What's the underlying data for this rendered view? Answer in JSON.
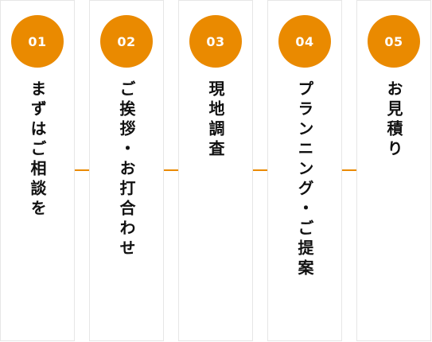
{
  "steps": [
    {
      "number": "01",
      "title": "まずはご相談を"
    },
    {
      "number": "02",
      "title": "ご挨拶・お打合わせ"
    },
    {
      "number": "03",
      "title": "現地調査"
    },
    {
      "number": "04",
      "title": "プランニング・ご提案"
    },
    {
      "number": "05",
      "title": "お見積り"
    }
  ],
  "colors": {
    "accent": "#ea8a00",
    "border": "#e6e6e6",
    "text": "#111111"
  }
}
